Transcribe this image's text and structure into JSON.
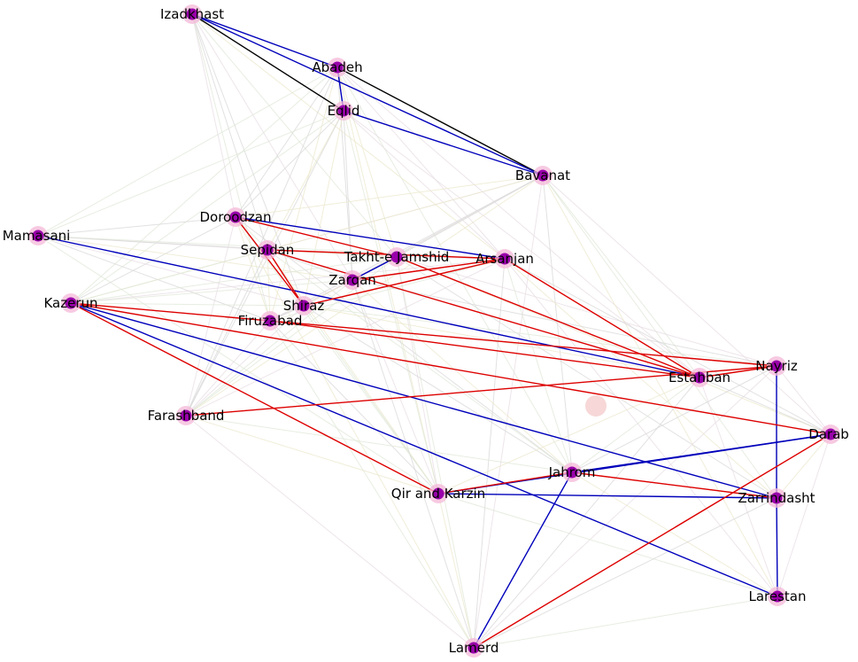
{
  "graph": {
    "nodes": [
      {
        "id": "izadkhast",
        "label": "Izadkhast"
      },
      {
        "id": "abadeh",
        "label": "Abadeh"
      },
      {
        "id": "eqlid",
        "label": "Eqlid"
      },
      {
        "id": "bavanat",
        "label": "Bavanat"
      },
      {
        "id": "doroodzan",
        "label": "Doroodzan"
      },
      {
        "id": "mamasani",
        "label": "Mamasani"
      },
      {
        "id": "sepidan",
        "label": "Sepidan"
      },
      {
        "id": "takht",
        "label": "Takht-e Jamshid"
      },
      {
        "id": "arsanjan",
        "label": "Arsanjan"
      },
      {
        "id": "zarqan",
        "label": "Zarqan"
      },
      {
        "id": "kazerun",
        "label": "Kazerun"
      },
      {
        "id": "shiraz",
        "label": "Shiraz"
      },
      {
        "id": "firuzabad",
        "label": "Firuzabad"
      },
      {
        "id": "nayriz",
        "label": "Nayriz"
      },
      {
        "id": "estahban",
        "label": "Estahban"
      },
      {
        "id": "farashband",
        "label": "Farashband"
      },
      {
        "id": "darab",
        "label": "Darab"
      },
      {
        "id": "jahrom",
        "label": "Jahrom"
      },
      {
        "id": "qir",
        "label": "Qir and Karzin"
      },
      {
        "id": "zarrindasht",
        "label": "Zarrindasht"
      },
      {
        "id": "larestan",
        "label": "Larestan"
      },
      {
        "id": "lamerd",
        "label": "Lamerd"
      }
    ],
    "colors": {
      "node_fill": "#9900aa",
      "node_halo": "#f4b8d8",
      "edge_red": "#dd0000",
      "edge_blue": "#0000bb",
      "edge_black": "#000000",
      "edge_faint": "#d8d8d8"
    },
    "edges": [
      {
        "source": "izadkhast",
        "target": "eqlid",
        "kind": "black"
      },
      {
        "source": "abadeh",
        "target": "bavanat",
        "kind": "black"
      },
      {
        "source": "izadkhast",
        "target": "abadeh",
        "kind": "blue"
      },
      {
        "source": "izadkhast",
        "target": "bavanat",
        "kind": "blue"
      },
      {
        "source": "abadeh",
        "target": "eqlid",
        "kind": "blue"
      },
      {
        "source": "eqlid",
        "target": "bavanat",
        "kind": "blue"
      },
      {
        "source": "doroodzan",
        "target": "arsanjan",
        "kind": "blue"
      },
      {
        "source": "takht",
        "target": "zarqan",
        "kind": "blue"
      },
      {
        "source": "mamasani",
        "target": "estahban",
        "kind": "blue"
      },
      {
        "source": "kazerun",
        "target": "zarrindasht",
        "kind": "blue"
      },
      {
        "source": "kazerun",
        "target": "larestan",
        "kind": "blue"
      },
      {
        "source": "jahrom",
        "target": "darab",
        "kind": "blue"
      },
      {
        "source": "qir",
        "target": "darab",
        "kind": "blue"
      },
      {
        "source": "qir",
        "target": "zarrindasht",
        "kind": "blue"
      },
      {
        "source": "jahrom",
        "target": "lamerd",
        "kind": "blue"
      },
      {
        "source": "nayriz",
        "target": "zarrindasht",
        "kind": "blue"
      },
      {
        "source": "zarrindasht",
        "target": "larestan",
        "kind": "blue"
      },
      {
        "source": "doroodzan",
        "target": "shiraz",
        "kind": "red"
      },
      {
        "source": "doroodzan",
        "target": "takht",
        "kind": "red"
      },
      {
        "source": "sepidan",
        "target": "shiraz",
        "kind": "red"
      },
      {
        "source": "sepidan",
        "target": "estahban",
        "kind": "red"
      },
      {
        "source": "takht",
        "target": "estahban",
        "kind": "red"
      },
      {
        "source": "arsanjan",
        "target": "estahban",
        "kind": "red"
      },
      {
        "source": "arsanjan",
        "target": "sepidan",
        "kind": "red"
      },
      {
        "source": "arsanjan",
        "target": "shiraz",
        "kind": "red"
      },
      {
        "source": "zarqan",
        "target": "arsanjan",
        "kind": "red"
      },
      {
        "source": "kazerun",
        "target": "nayriz",
        "kind": "red"
      },
      {
        "source": "kazerun",
        "target": "darab",
        "kind": "red"
      },
      {
        "source": "kazerun",
        "target": "qir",
        "kind": "red"
      },
      {
        "source": "firuzabad",
        "target": "estahban",
        "kind": "red"
      },
      {
        "source": "farashband",
        "target": "nayriz",
        "kind": "red"
      },
      {
        "source": "qir",
        "target": "jahrom",
        "kind": "red"
      },
      {
        "source": "jahrom",
        "target": "zarrindasht",
        "kind": "red"
      },
      {
        "source": "estahban",
        "target": "nayriz",
        "kind": "red"
      },
      {
        "source": "darab",
        "target": "lamerd",
        "kind": "red"
      }
    ]
  }
}
